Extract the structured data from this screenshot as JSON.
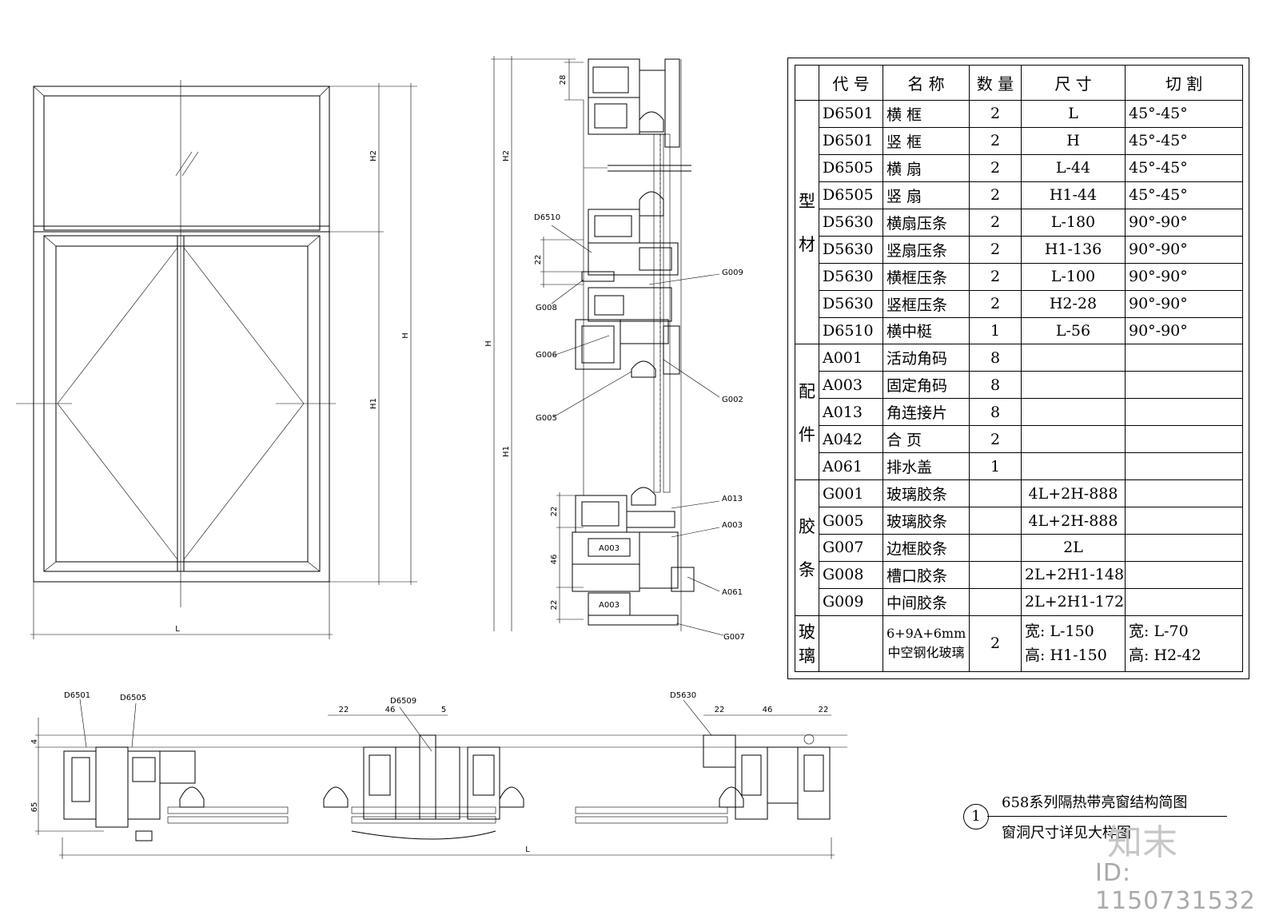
{
  "elevation": {
    "dim_L": "L",
    "dim_H": "H",
    "dim_H1": "H1",
    "dim_H2": "H2"
  },
  "vertical_section": {
    "dim_28": "28",
    "dim_H2": "H2",
    "dim_H": "H",
    "dim_H1": "H1",
    "dim_22_top": "22",
    "dim_46": "46",
    "dim_22_bottom": "22",
    "dim_22_mid": "22",
    "labels": {
      "d6510": "D6510",
      "g009": "G009",
      "g008": "G008",
      "g006": "G006",
      "g002": "G002",
      "g005": "G005",
      "a013": "A013",
      "a003_right": "A003",
      "a003_box1": "A003",
      "a003_box2": "A003",
      "a061": "A061",
      "g007": "G007"
    }
  },
  "horizontal_section": {
    "labels": {
      "d6501": "D6501",
      "d6505": "D6505",
      "d6509": "D6509",
      "d5630": "D5630"
    },
    "dims": {
      "d4": "4",
      "d65": "65",
      "d22a": "22",
      "d46a": "46",
      "d5": "5",
      "d22b": "22",
      "d46b": "46",
      "d22c": "22",
      "dL": "L"
    }
  },
  "parts_table": {
    "headers": [
      "代 号",
      "名    称",
      "数 量",
      "尺    寸",
      "切    割"
    ],
    "groups": [
      {
        "label": "型\n\n材",
        "rows": [
          [
            "D6501",
            "横    框",
            "2",
            "L",
            "45°-45°"
          ],
          [
            "D6501",
            "竖    框",
            "2",
            "H",
            "45°-45°"
          ],
          [
            "D6505",
            "横    扇",
            "2",
            "L-44",
            "45°-45°"
          ],
          [
            "D6505",
            "竖    扇",
            "2",
            "H1-44",
            "45°-45°"
          ],
          [
            "D5630",
            "横扇压条",
            "2",
            "L-180",
            "90°-90°"
          ],
          [
            "D5630",
            "竖扇压条",
            "2",
            "H1-136",
            "90°-90°"
          ],
          [
            "D5630",
            "横框压条",
            "2",
            "L-100",
            "90°-90°"
          ],
          [
            "D5630",
            "竖框压条",
            "2",
            "H2-28",
            "90°-90°"
          ],
          [
            "D6510",
            "横中梃",
            "1",
            "L-56",
            "90°-90°"
          ]
        ]
      },
      {
        "label": "配\n\n件",
        "rows": [
          [
            "A001",
            "活动角码",
            "8",
            "",
            ""
          ],
          [
            "A003",
            "固定角码",
            "8",
            "",
            ""
          ],
          [
            "A013",
            "角连接片",
            "8",
            "",
            ""
          ],
          [
            "A042",
            "合    页",
            "2",
            "",
            ""
          ],
          [
            "A061",
            "排水盖",
            "1",
            "",
            ""
          ]
        ]
      },
      {
        "label": "胶\n\n条",
        "rows": [
          [
            "G001",
            "玻璃胶条",
            "",
            "4L+2H-888",
            ""
          ],
          [
            "G005",
            "玻璃胶条",
            "",
            "4L+2H-888",
            ""
          ],
          [
            "G007",
            "边框胶条",
            "",
            "2L",
            ""
          ],
          [
            "G008",
            "槽口胶条",
            "",
            "2L+2H1-148",
            ""
          ],
          [
            "G009",
            "中间胶条",
            "",
            "2L+2H1-172",
            ""
          ]
        ]
      }
    ],
    "glass": {
      "label": "玻\n璃",
      "name": "6+9A+6mm 中空钢化玻璃",
      "qty": "2",
      "size1_w": "宽:  L-150",
      "size1_h": "高:  H1-150",
      "size2_w": "宽:  L-70",
      "size2_h": "高:  H2-42"
    }
  },
  "title_block": {
    "number": "1",
    "title": "658系列隔热带亮窗结构简图",
    "subtitle": "窗洞尺寸详见大样图"
  },
  "watermark": {
    "logo": "知末",
    "id": "ID: 1150731532"
  }
}
